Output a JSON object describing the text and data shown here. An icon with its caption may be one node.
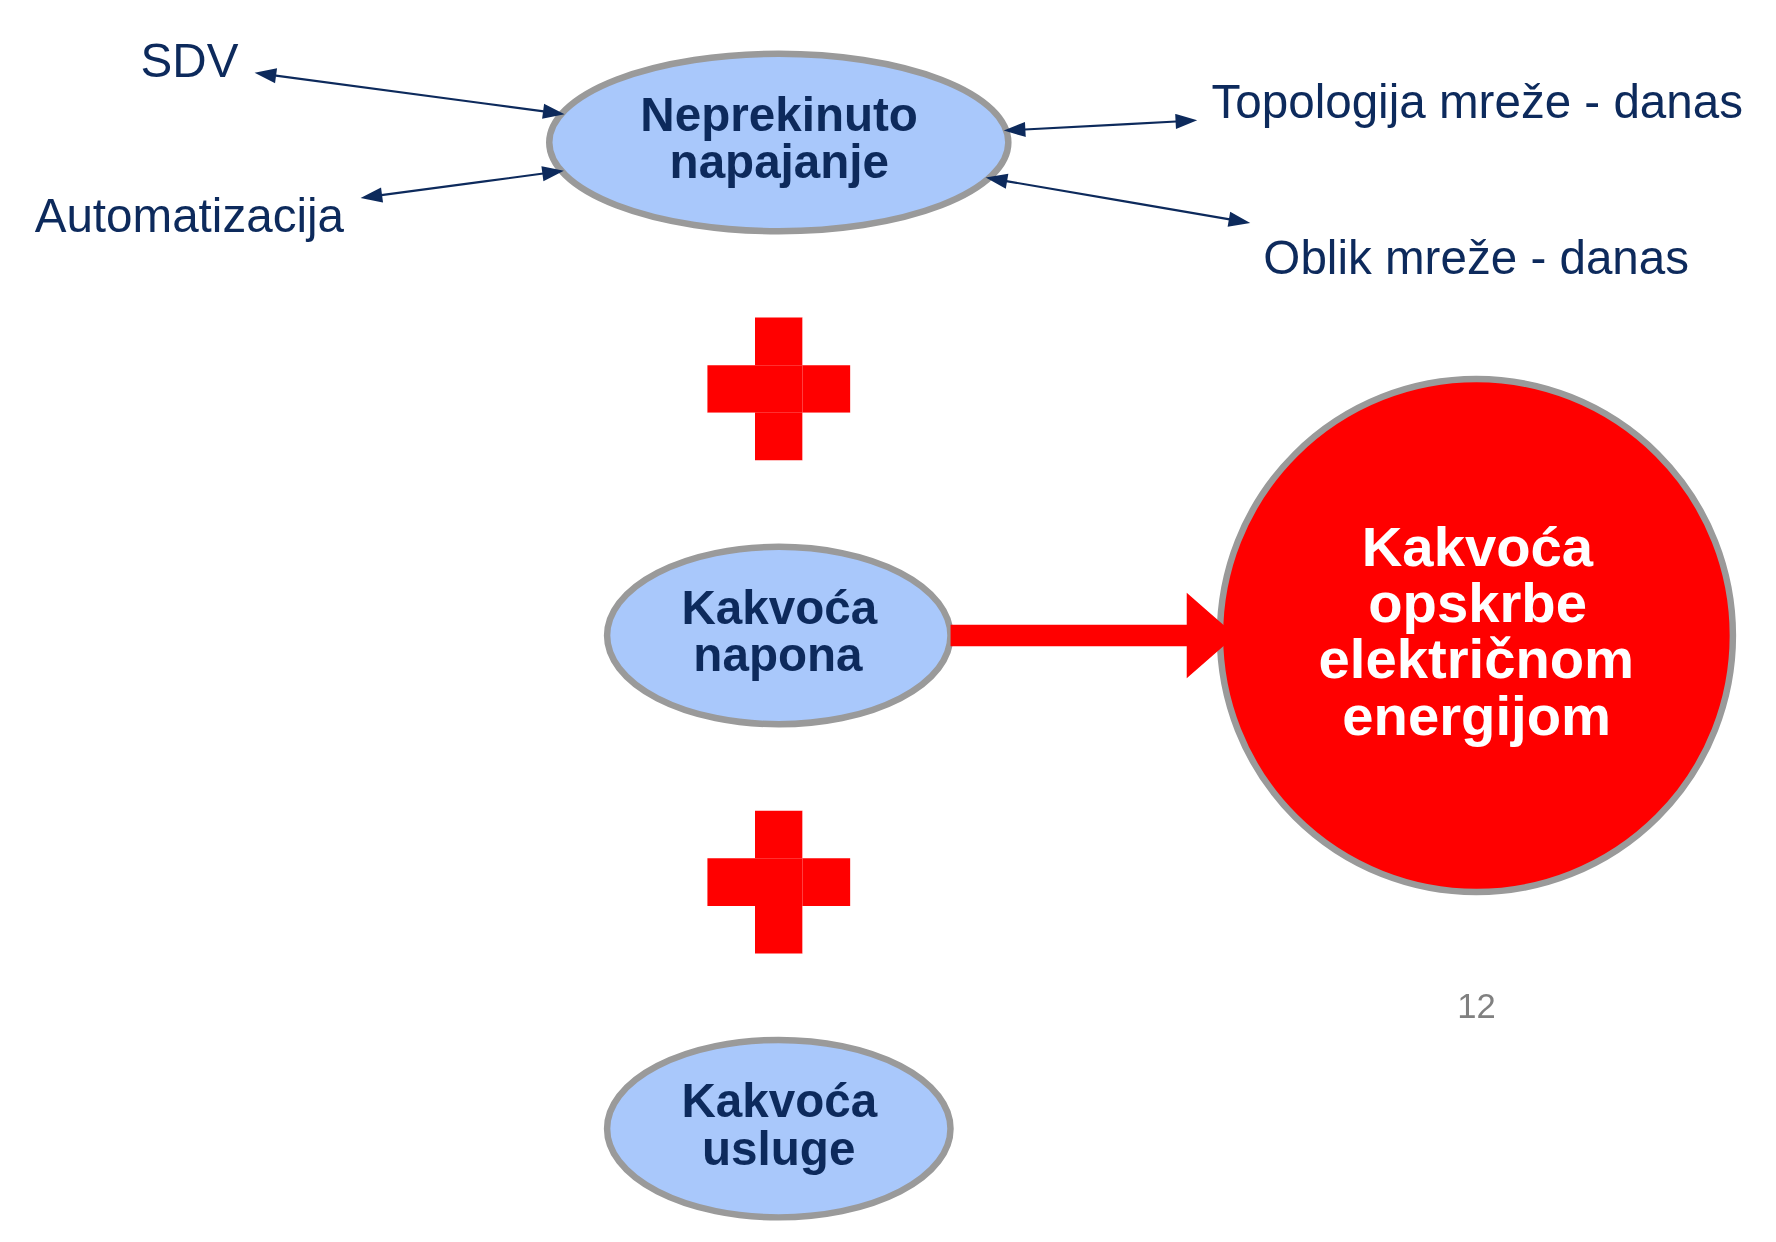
{
  "diagram": {
    "nodes": [
      {
        "text": [
          "SDV"
        ]
      },
      {
        "text": [
          "Automatizacija"
        ]
      },
      {
        "text": [
          "Neprekinuto napajanje"
        ]
      },
      {
        "text": [
          "Topologija mreže - danas"
        ]
      },
      {
        "text": [
          "Oblik mreže - danas"
        ]
      },
      {
        "text": [],
        "shape": "plus"
      },
      {
        "text": [
          "Kakvoća napona"
        ]
      },
      {
        "text": [
          "Kakvoća opskrbe električnom energijom"
        ]
      },
      {
        "text": [],
        "shape": "plus"
      },
      {
        "text": [
          "Kakvoća usluge"
        ]
      }
    ],
    "edges": [
      {
        "from": 0,
        "to": 2,
        "arrow": "both"
      },
      {
        "from": 1,
        "to": 2,
        "arrow": "both"
      },
      {
        "from": 2,
        "to": 3,
        "arrow": "both"
      },
      {
        "from": 2,
        "to": 4,
        "arrow": "both"
      },
      {
        "from": 6,
        "to": 7,
        "arrow": "to",
        "style": "thick",
        "color": "#ff0000"
      }
    ],
    "labels": [
      "12"
    ]
  }
}
